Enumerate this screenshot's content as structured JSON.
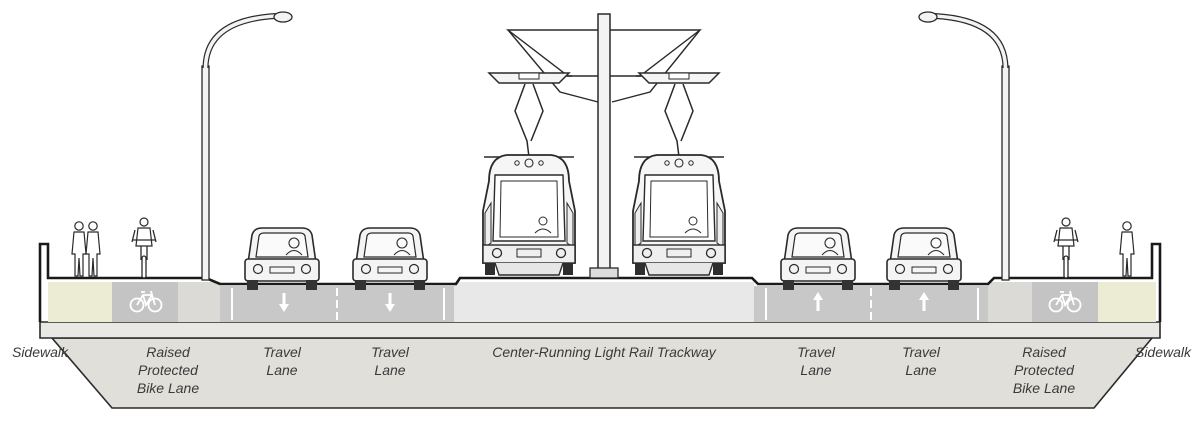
{
  "diagram": {
    "labels": {
      "sidewalk_left": "Sidewalk",
      "bike_left": "Raised\nProtected\nBike Lane",
      "travel_1": "Travel\nLane",
      "travel_2": "Travel\nLane",
      "trackway": "Center-Running Light Rail Trackway",
      "travel_3": "Travel\nLane",
      "travel_4": "Travel\nLane",
      "bike_right": "Raised\nProtected\nBike Lane",
      "sidewalk_right": "Sidewalk"
    },
    "lane_directions": [
      "down",
      "down",
      "up",
      "up"
    ],
    "icons": [
      "bicycle-icon",
      "arrow-down-icon",
      "arrow-up-icon",
      "pedestrian-icon",
      "cyclist-icon",
      "car-icon",
      "light-rail-train-icon",
      "street-light-icon",
      "catenary-pole-icon"
    ],
    "colors": {
      "ground": "#e1dfda",
      "sidewalk": "#ecebd4",
      "bike_lane": "#c4c4c4",
      "buffer": "#dcdad6",
      "travel_lane": "#c8c8c8",
      "trackway": "#e8e8e8",
      "outline": "#222222",
      "label": "#3a3a3a"
    }
  }
}
